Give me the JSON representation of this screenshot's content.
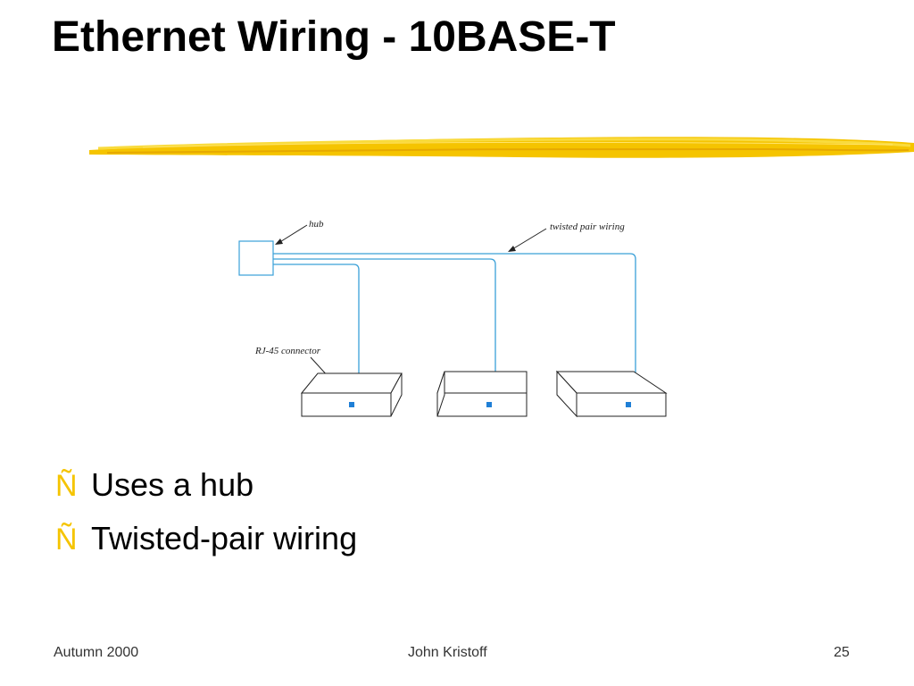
{
  "slide": {
    "title": "Ethernet Wiring - 10BASE-T"
  },
  "diagram": {
    "hub_label": "hub",
    "wiring_label": "twisted pair wiring",
    "connector_label": "RJ-45 connector",
    "wire_color": "#3aa0d8",
    "connector_color": "#1f7fd6"
  },
  "bullets": [
    {
      "marker": "Ñ",
      "text": "Uses a hub"
    },
    {
      "marker": "Ñ",
      "text": "Twisted-pair wiring"
    }
  ],
  "footer": {
    "left": "Autumn 2000",
    "center": "John Kristoff",
    "page_number": "25"
  },
  "colors": {
    "accent_underline": "#f5c400",
    "bullet_marker": "#f5c400"
  }
}
